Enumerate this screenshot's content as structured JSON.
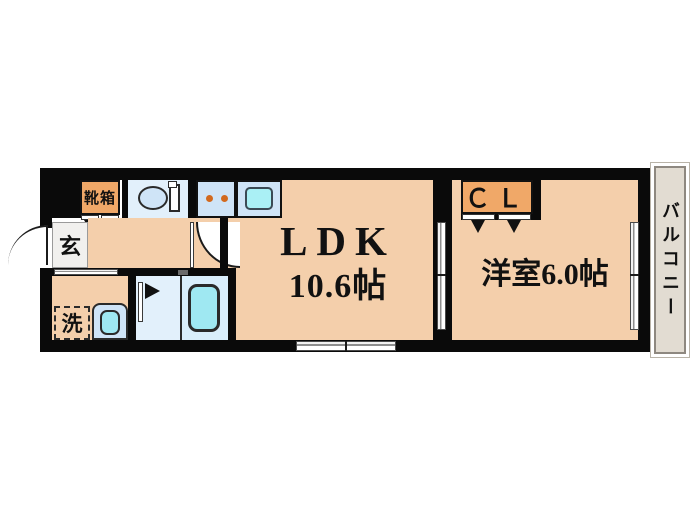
{
  "plan": {
    "type": "apartment-floor-plan",
    "layout_code": "1LDK",
    "rooms": [
      {
        "id": "ldk",
        "label_main": "LDK",
        "label_size": "10.6帖"
      },
      {
        "id": "washitsu",
        "label_main": "洋室6.0帖"
      },
      {
        "id": "closet",
        "label_main": "ＣＬ"
      },
      {
        "id": "balcony",
        "label_main": "バルコニー"
      },
      {
        "id": "genkan",
        "label_main": "玄"
      },
      {
        "id": "sento",
        "label_main": "洗"
      },
      {
        "id": "getabako",
        "label_main": "靴箱"
      }
    ],
    "colors": {
      "room_fill": "#f4cfab",
      "wet_fill": "#cfe4f7",
      "bath_fill": "#e2f0fb",
      "closet_fill": "#f0a868",
      "balcony_fill": "#e2dcd2",
      "wall": "#0a0a0a",
      "burner": "#d2691e"
    },
    "fixtures": [
      {
        "name": "toilet",
        "count": 1
      },
      {
        "name": "stove-two-burner",
        "count": 1
      },
      {
        "name": "kitchen-sink",
        "count": 1
      },
      {
        "name": "bathtub",
        "count": 1
      },
      {
        "name": "wash-basin",
        "count": 1
      },
      {
        "name": "washing-machine-space",
        "count": 1
      },
      {
        "name": "shoe-cabinet",
        "count": 1
      }
    ]
  }
}
